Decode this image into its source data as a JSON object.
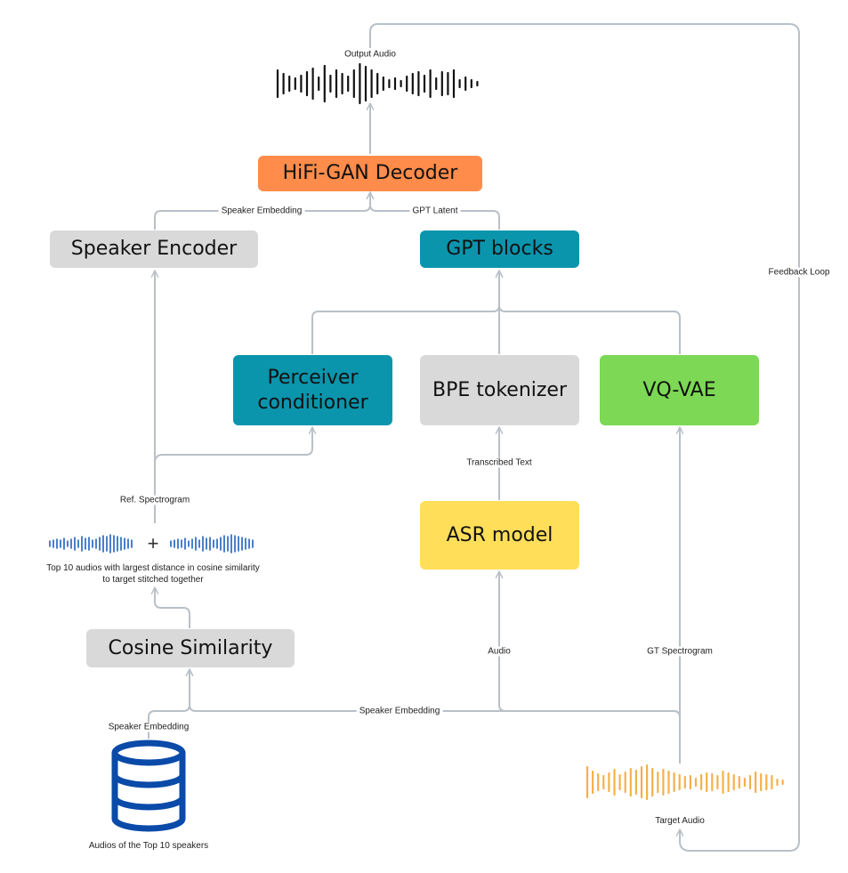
{
  "colors": {
    "connector": "#b9c0c7",
    "gray_box": "#d9d9d9",
    "teal_box": "#0a95ad",
    "orange_box": "#ff8c4a",
    "green_box": "#7cd855",
    "yellow_box": "#ffde59",
    "output_wave": "#111111",
    "ref_wave": "#1f5fc0",
    "target_wave": "#f5b04a",
    "database": "#0a4aa8"
  },
  "nodes": {
    "hifigan": "HiFi-GAN Decoder",
    "speaker_encoder": "Speaker Encoder",
    "gpt_blocks": "GPT blocks",
    "perceiver": "Perceiver conditioner",
    "bpe": "BPE tokenizer",
    "vqvae": "VQ-VAE",
    "asr": "ASR model",
    "cosine": "Cosine Similarity"
  },
  "edge_labels": {
    "output_audio": "Output Audio",
    "speaker_embedding_top": "Speaker Embedding",
    "gpt_latent": "GPT Latent",
    "feedback_loop": "Feedback Loop",
    "transcribed_text": "Transcribed Text",
    "ref_spectrogram": "Ref. Spectrogram",
    "audio": "Audio",
    "gt_spectrogram": "GT Spectrogram",
    "speaker_embedding_bottom": "Speaker Embedding",
    "speaker_embedding_db": "Speaker Embedding"
  },
  "captions": {
    "top10": "Top 10 audios with largest distance in cosine similarity to target stitched together",
    "database": "Audios of the Top 10 speakers",
    "target_audio": "Target Audio"
  },
  "icons": {
    "plus": "+",
    "output_wave": "waveform-icon",
    "ref_wave": "waveform-icon",
    "target_wave": "waveform-icon",
    "database": "database-icon"
  }
}
